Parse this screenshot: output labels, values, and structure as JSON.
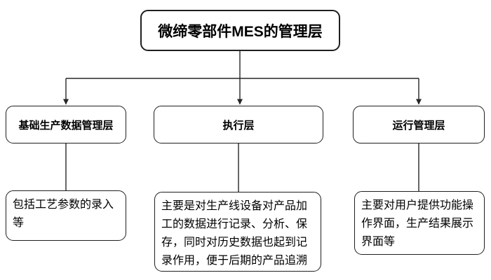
{
  "diagram": {
    "root": {
      "label": "微缔零部件MES的管理层"
    },
    "branches": [
      {
        "header": "基础生产数据管理层",
        "description": "包括工艺参数的录入等"
      },
      {
        "header": "执行层",
        "description": "主要是对生产线设备对产品加工的数据进行记录、分析、保存，同时对历史数据也起到记录作用，便于后期的产品追溯"
      },
      {
        "header": "运行管理层",
        "description": "主要对用户提供功能操作界面，生产结果展示界面等"
      }
    ],
    "colors": {
      "line": "#262626",
      "box_border": "#1f1f1f",
      "text": "#000000",
      "background": "#ffffff"
    }
  }
}
